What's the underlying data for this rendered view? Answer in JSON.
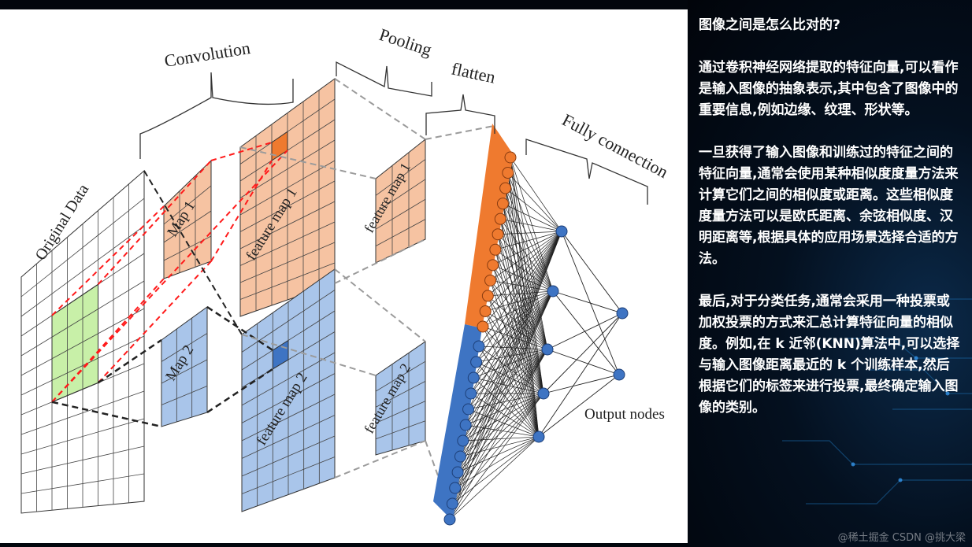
{
  "diagram": {
    "labels": {
      "convolution": "Convolution",
      "pooling": "Pooling",
      "flatten": "flatten",
      "fully_connection": "Fully connection",
      "original_data": "Original Data",
      "map1": "Map 1",
      "map2": "Map 2",
      "feature_map1_conv": "feature map 1",
      "feature_map2_conv": "feature map 2",
      "feature_map1_pool": "feature map 1",
      "feature_map2_pool": "feature map 2",
      "output_nodes": "Output nodes"
    },
    "colors": {
      "orange": "#f6c3a2",
      "orange_dark": "#ef7a2f",
      "blue": "#a9c5ea",
      "blue_dark": "#3e74c3",
      "green": "#c8f0a8",
      "red_dashed": "#ff1a1a",
      "gray_dashed": "#9b9b9b",
      "black_dashed": "#222222"
    }
  },
  "article": {
    "heading": "图像之间是怎么比对的?",
    "p1": "通过卷积神经网络提取的特征向量,可以看作是输入图像的抽象表示,其中包含了图像中的重要信息,例如边缘、纹理、形状等。",
    "p2": "一旦获得了输入图像和训练过的特征之间的特征向量,通常会使用某种相似度度量方法来计算它们之间的相似度或距离。这些相似度度量方法可以是欧氏距离、余弦相似度、汉明距离等,根据具体的应用场景选择合适的方法。",
    "p3": "最后,对于分类任务,通常会采用一种投票或加权投票的方式来汇总计算特征向量的相似度。例如,在 k 近邻(KNN)算法中,可以选择与输入图像距离最近的 k 个训练样本,然后根据它们的标签来进行投票,最终确定输入图像的类别。"
  },
  "watermark": "@稀土掘金 CSDN @挑大梁"
}
